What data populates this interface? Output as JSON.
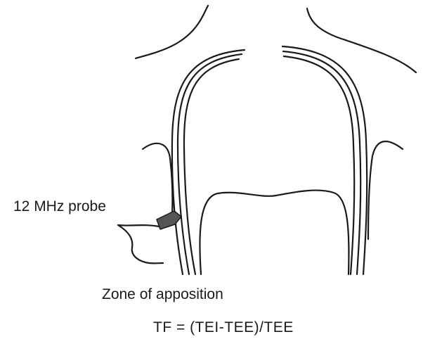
{
  "labels": {
    "probe": "12 MHz probe",
    "zone": "Zone of apposition",
    "formula": "TF = (TEI-TEE)/TEE"
  },
  "colors": {
    "line": "#1a1a1a",
    "probe_fill": "#555555",
    "background": "#ffffff"
  }
}
